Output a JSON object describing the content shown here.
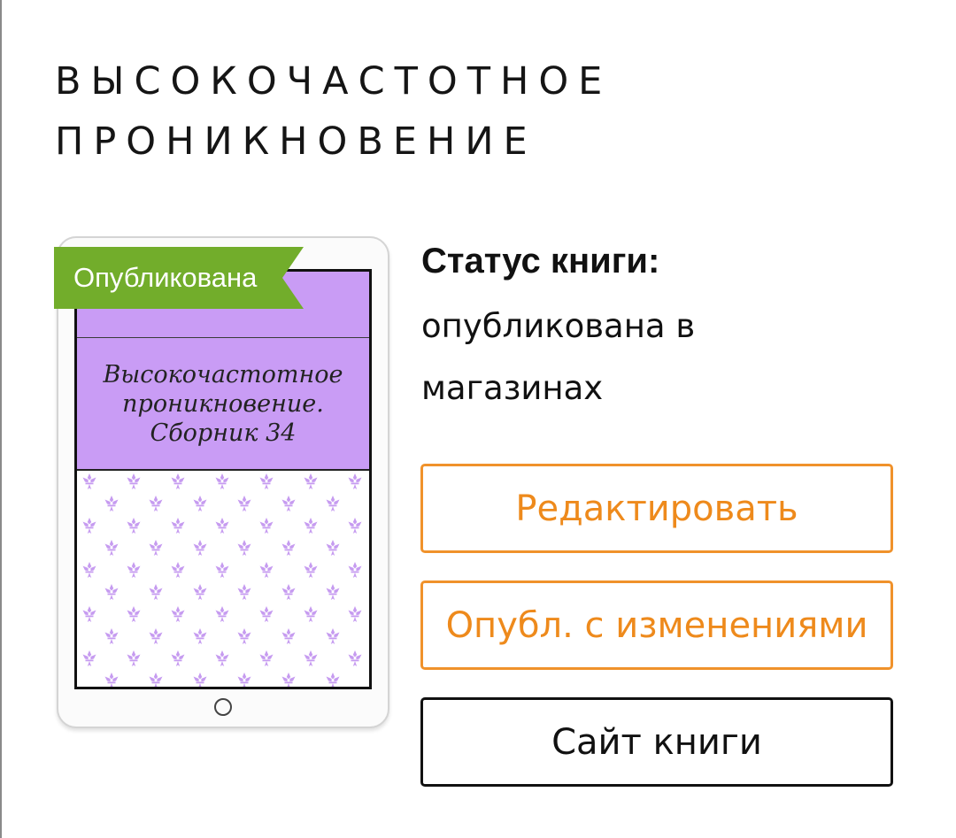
{
  "page": {
    "title_lines": [
      "ВЫСОКОЧАСТОТНОЕ",
      "ПРОНИКНОВЕНИЕ"
    ]
  },
  "cover": {
    "badge": "Опубликована",
    "title_lines": [
      "Высокочастотное",
      "проникновение.",
      "Сборник 34"
    ],
    "colors": {
      "cover_purple": "#c99cf5",
      "pattern_lilac": "#c69bf0",
      "badge_green": "#72ad2b"
    },
    "pattern_icon": "fleur-de-lis-icon"
  },
  "status": {
    "heading": "Статус книги:",
    "value_lines": [
      "опубликована в",
      "магазинах"
    ]
  },
  "actions": {
    "edit_label": "Редактировать",
    "republish_label": "Опубл. с изменениями",
    "site_label": "Сайт книги"
  },
  "colors": {
    "accent_orange": "#f0922b",
    "text": "#111111"
  }
}
